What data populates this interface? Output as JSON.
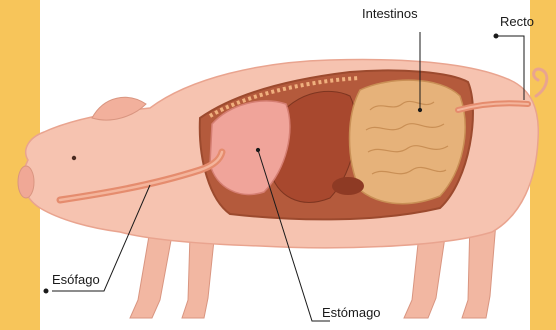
{
  "labels": {
    "intestines": "Intestinos",
    "rectum": "Recto",
    "esophagus": "Esófago",
    "stomach": "Estómago"
  },
  "colors": {
    "frame": "#f7c55a",
    "skin": "#f6c3b0",
    "skin_shadow": "#e9a48f",
    "organ": "#d98a5e",
    "organ_dark": "#9c4a2e",
    "stomach": "#f0a49a",
    "intestine": "#e6b27a",
    "leader": "#1a1a1a"
  }
}
